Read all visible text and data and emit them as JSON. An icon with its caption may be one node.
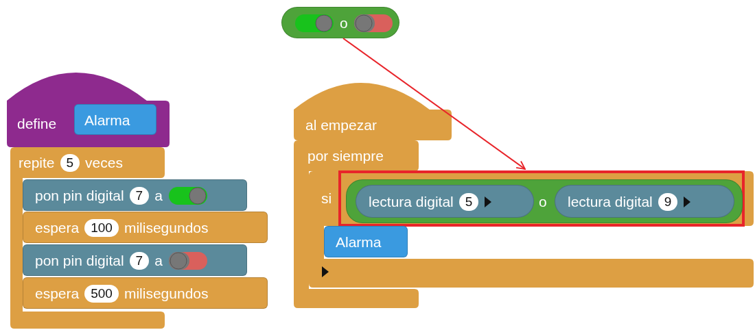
{
  "diagram": {
    "nodes": [
      {
        "text": [
          "o"
        ]
      },
      {
        "text": [
          "define"
        ]
      },
      {
        "text": [
          "Alarma"
        ],
        "in": 1
      },
      {
        "text": [
          "repite",
          "5",
          "veces"
        ]
      },
      {
        "text": [
          "pon pin digital",
          "7",
          "a"
        ]
      },
      {
        "text": [
          "espera",
          "100",
          "milisegundos"
        ]
      },
      {
        "text": [
          "pon pin digital",
          "7",
          "a"
        ]
      },
      {
        "text": [
          "espera",
          "500",
          "milisegundos"
        ]
      },
      {
        "text": [
          "al empezar"
        ]
      },
      {
        "text": [
          "por siempre"
        ]
      },
      {
        "text": [
          "si"
        ]
      },
      {
        "text": [],
        "shape": "box",
        "in": 10
      },
      {
        "text": [
          "o"
        ],
        "in": 11
      },
      {
        "text": [
          "lectura digital",
          "5"
        ],
        "in": 12
      },
      {
        "text": [
          "lectura digital",
          "9"
        ],
        "in": 12
      },
      {
        "text": [
          "Alarma"
        ]
      }
    ],
    "edges": [
      {
        "from": 0,
        "to": 11,
        "arrow": "to"
      }
    ]
  }
}
